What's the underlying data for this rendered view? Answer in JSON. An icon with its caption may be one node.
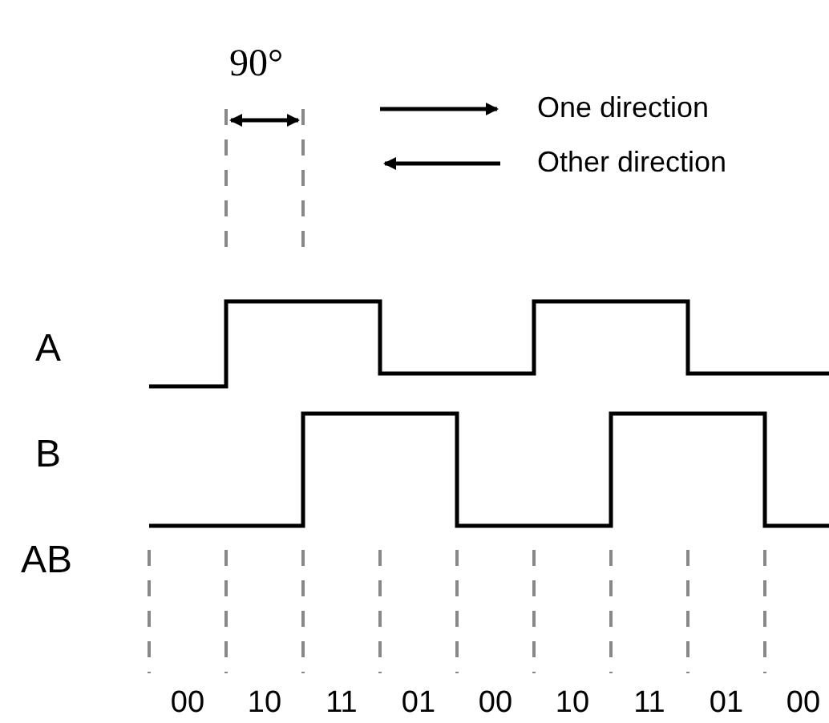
{
  "diagram": {
    "labels": [
      "90°",
      "A",
      "B",
      "AB",
      "00",
      "10",
      "11",
      "01",
      "00",
      "10",
      "11",
      "01",
      "00"
    ],
    "legend": [
      {
        "text": "One direction"
      },
      {
        "text": "Other direction"
      }
    ]
  }
}
